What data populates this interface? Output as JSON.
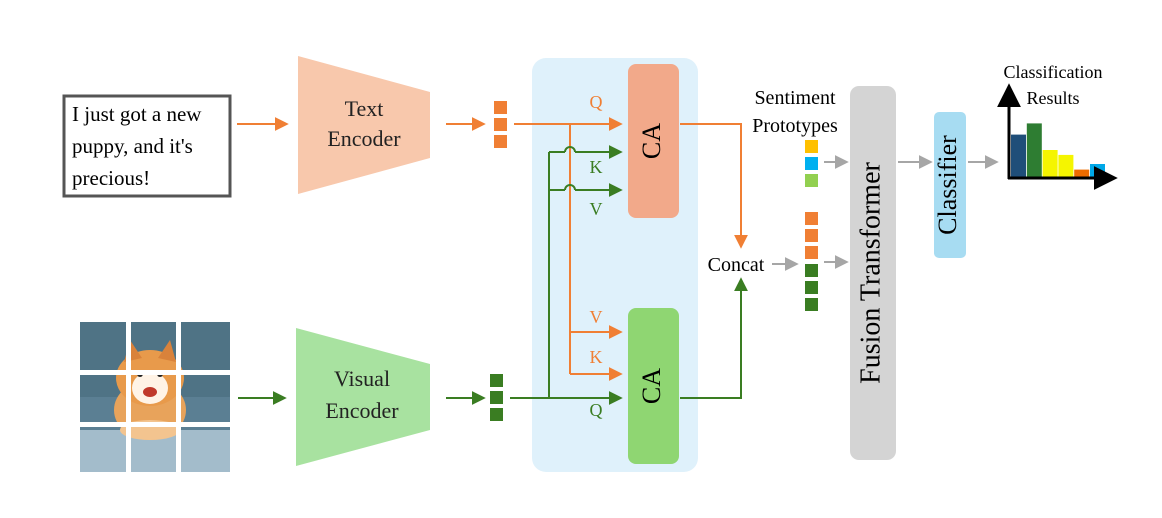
{
  "input_text": {
    "lines": [
      "I just got a new",
      "puppy, and it's",
      "precious!"
    ]
  },
  "text_encoder": {
    "lines": [
      "Text",
      "Encoder"
    ]
  },
  "visual_encoder": {
    "lines": [
      "Visual",
      "Encoder"
    ]
  },
  "ca_top": {
    "label": "CA",
    "q": "Q",
    "k": "K",
    "v": "V"
  },
  "ca_bottom": {
    "label": "CA",
    "v": "V",
    "k": "K",
    "q": "Q"
  },
  "concat": "Concat",
  "sentiment_prototypes": {
    "lines": [
      "Sentiment",
      "Prototypes"
    ]
  },
  "fusion_transformer": "Fusion Transformer",
  "classifier": "Classifier",
  "classification_results": {
    "lines": [
      "Classification",
      "Results"
    ]
  },
  "result_bars": {
    "values": [
      0.62,
      0.78,
      0.4,
      0.33,
      0.12,
      0.2
    ],
    "colors": [
      "#1f4e79",
      "#2e7d32",
      "#f5f500",
      "#f5f500",
      "#ef6c00",
      "#00a8e8"
    ]
  },
  "colors": {
    "text_path": "#f07f34",
    "visual_path": "#3a7d22",
    "gray_path": "#a6a6a6",
    "ca_panel": "#dff1fb",
    "ca_top_fill": "#f2a98a",
    "ca_bottom_fill": "#8fd672",
    "text_encoder_fill": "#f8c8ac",
    "visual_encoder_fill": "#a8e2a0",
    "fusion_fill": "#d4d4d4",
    "classifier_fill": "#a7dcf2",
    "prototype_colors": [
      "#ffc000",
      "#00b0f0",
      "#92d050"
    ]
  }
}
